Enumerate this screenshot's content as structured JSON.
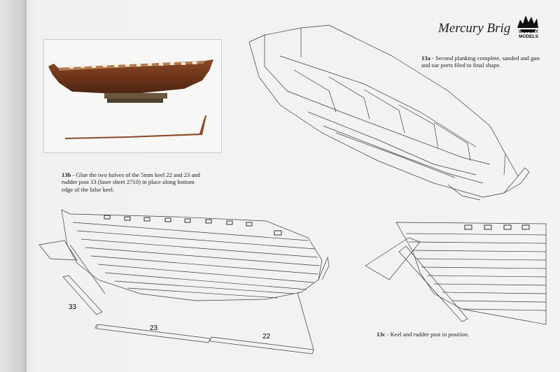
{
  "header": {
    "title": "Mercury Brig",
    "logo_text": "VICTORY MODELS"
  },
  "steps": [
    {
      "id": "13a",
      "text": "Second planking complete, sanded and gun and oar ports filed to final shape."
    },
    {
      "id": "13b",
      "text": "Glue the two halves of the 5mm keel 22 and 23 and rudder post 33 (laser sheet 2710) in place along bottom edge of the false keel."
    },
    {
      "id": "13c",
      "text": "Keel and rudder post in position."
    }
  ],
  "part_labels": {
    "rudder_post": "33",
    "keel_aft": "23",
    "keel_fore": "22"
  },
  "colors": {
    "hull_wood": "#7a3f22",
    "hull_dark": "#4a2412",
    "line": "#3a3a3a",
    "page": "#f3f3f1"
  },
  "icons": [
    "victory-models-logo"
  ]
}
